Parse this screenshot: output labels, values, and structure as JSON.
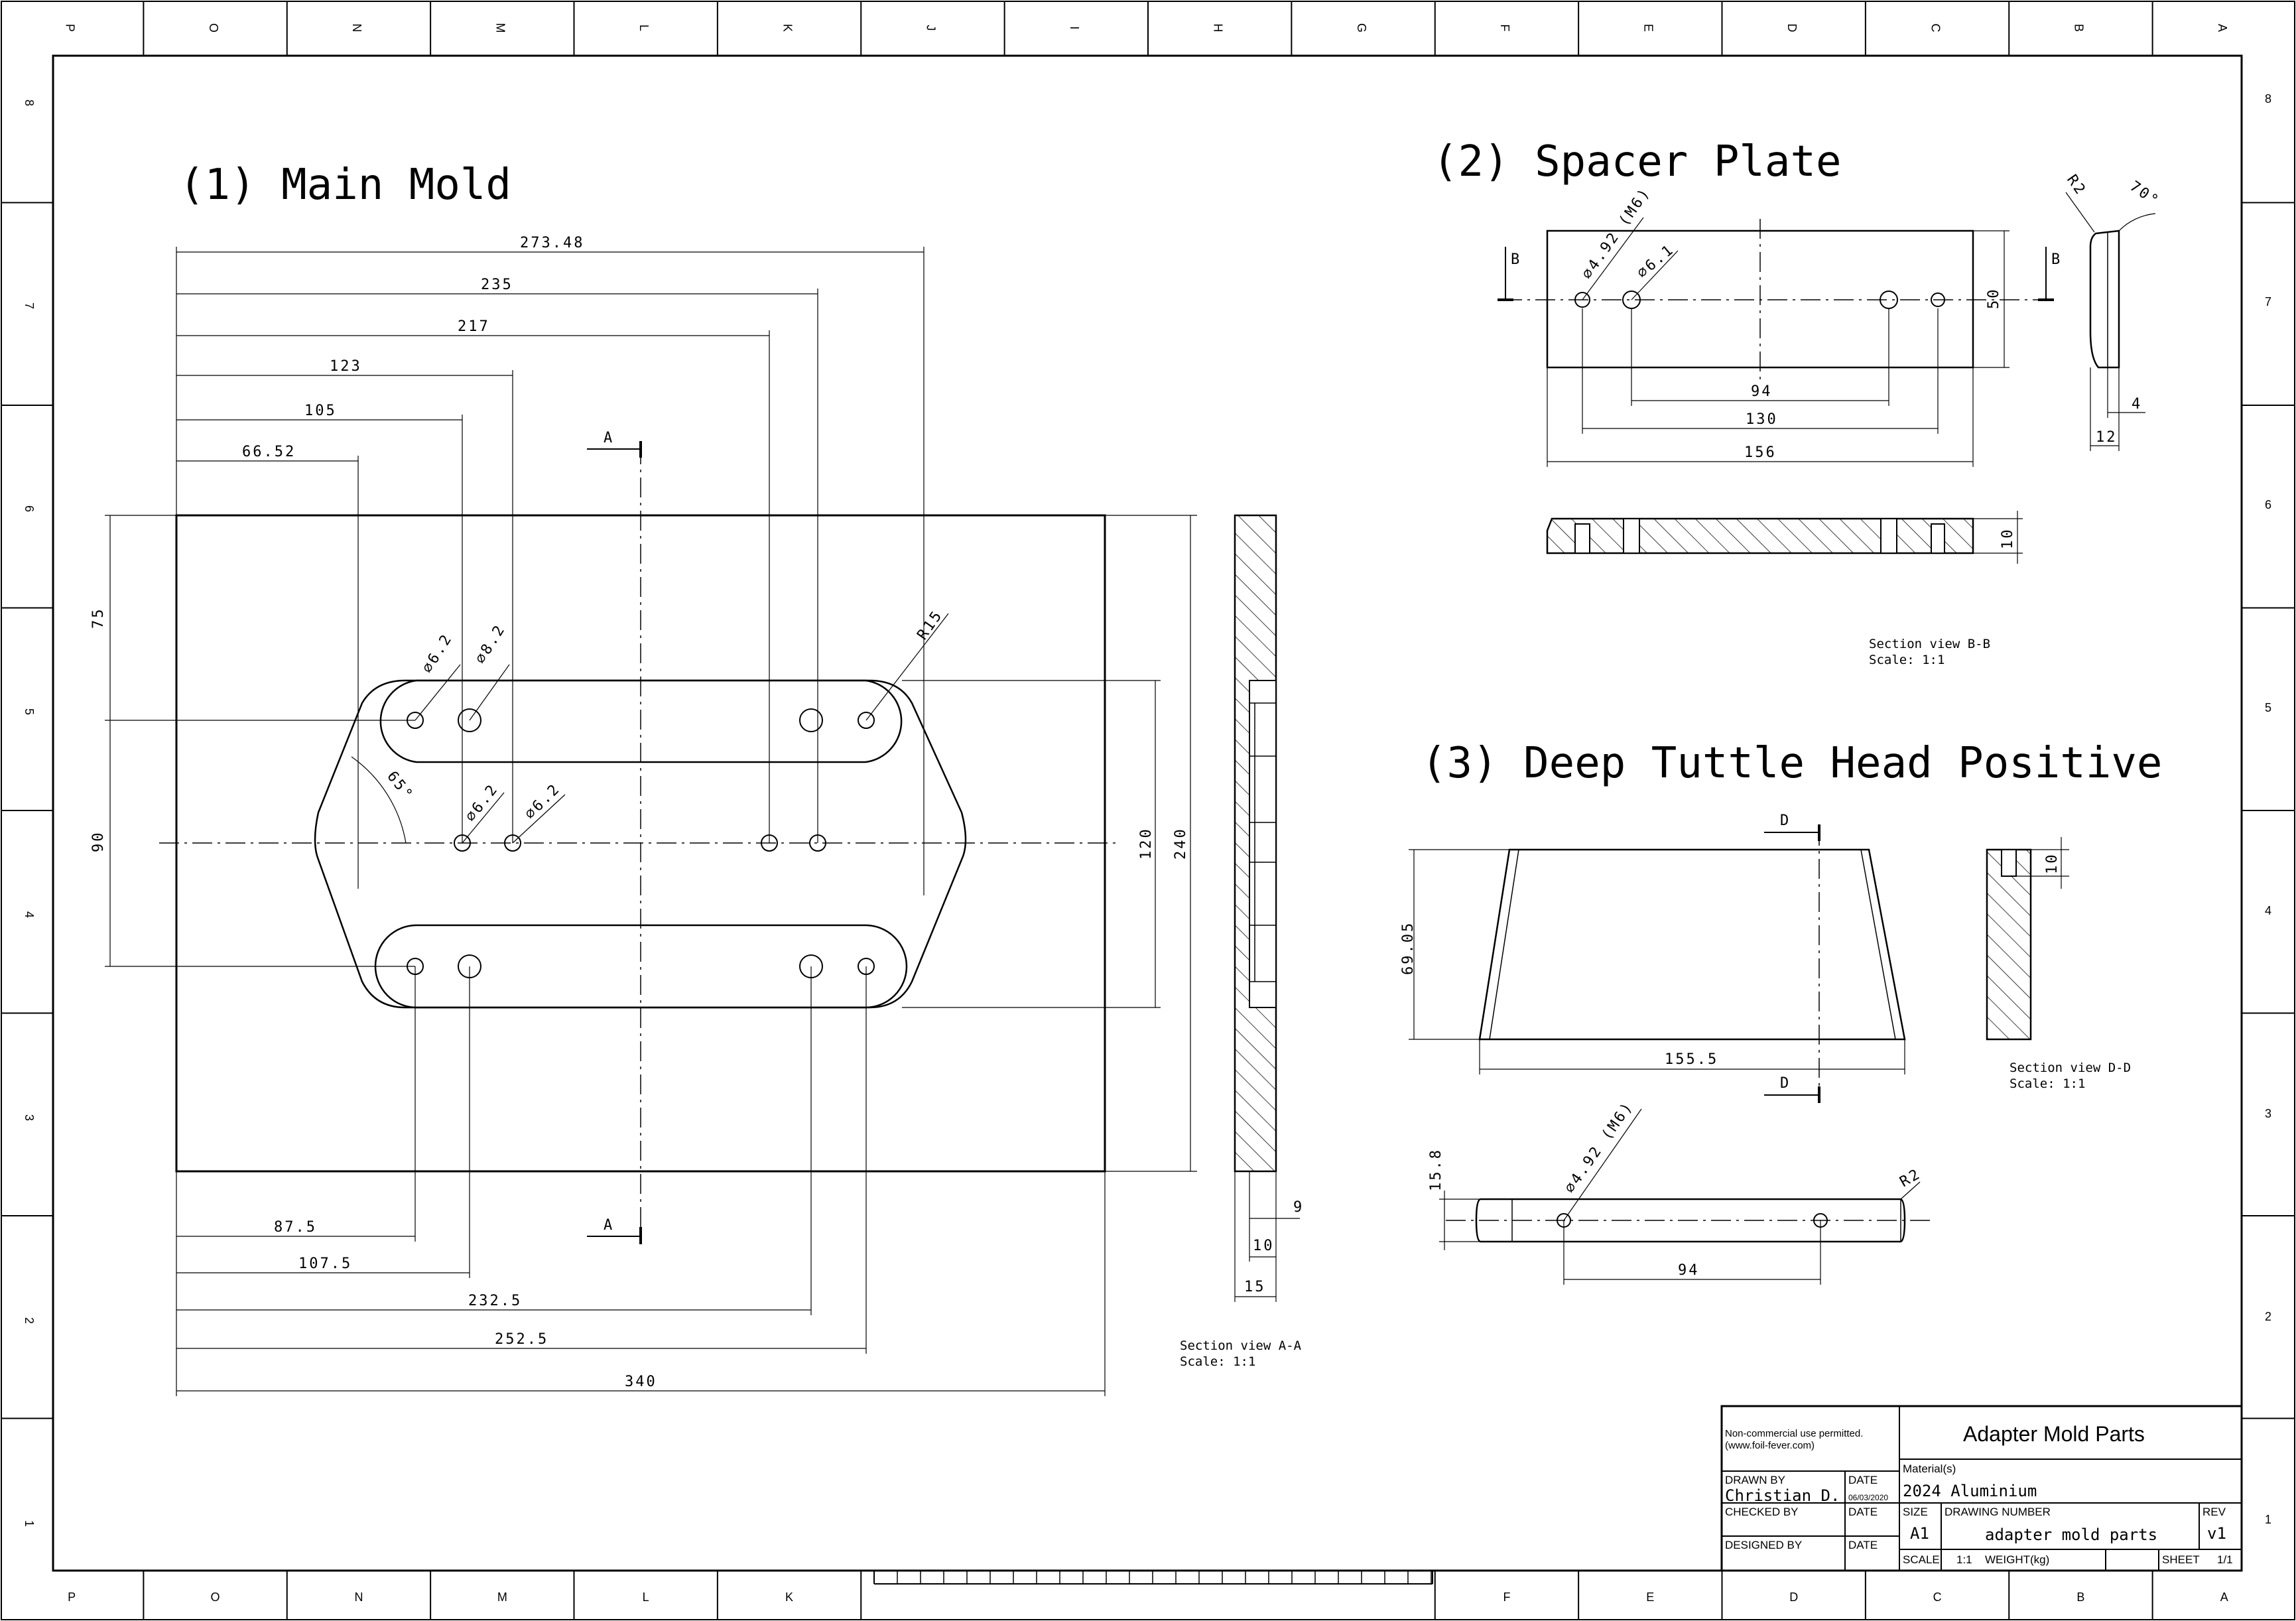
{
  "zones": {
    "top_letters": [
      "P",
      "O",
      "N",
      "M",
      "L",
      "K",
      "J",
      "I",
      "H",
      "G",
      "F",
      "E",
      "D",
      "C",
      "B",
      "A"
    ],
    "bottom_letters": [
      "P",
      "O",
      "N",
      "M",
      "L",
      "K",
      "F",
      "E",
      "D",
      "C",
      "B",
      "A"
    ],
    "numbers": [
      "8",
      "7",
      "6",
      "5",
      "4",
      "3",
      "2",
      "1"
    ]
  },
  "views": {
    "main_mold": {
      "title": "(1) Main Mold",
      "dims_top": [
        "273.48",
        "235",
        "217",
        "123",
        "105",
        "66.52"
      ],
      "dims_bottom": [
        "87.5",
        "107.5",
        "232.5",
        "252.5",
        "340"
      ],
      "dims_left": [
        "75",
        "90"
      ],
      "dims_right": [
        "120",
        "240"
      ],
      "holes": [
        "⌀6.2",
        "⌀8.2",
        "⌀6.2",
        "⌀6.2"
      ],
      "radius": "R15",
      "angle": "65°",
      "section_marker": "A",
      "section_dims": [
        "9",
        "10",
        "15"
      ],
      "section_caption_line1": "Section view A-A",
      "section_caption_line2": "Scale:  1:1"
    },
    "spacer_plate": {
      "title": "(2) Spacer Plate",
      "holes": [
        "⌀4.92 (M6)",
        "⌀6.1"
      ],
      "section_marker": "B",
      "dims": [
        "50",
        "94",
        "130",
        "156",
        "10",
        "4",
        "12"
      ],
      "radius": "R2",
      "angle": "70°",
      "section_caption_line1": "Section view B-B",
      "section_caption_line2": "Scale:  1:1"
    },
    "tuttle_head": {
      "title": "(3) Deep Tuttle Head Positive",
      "section_marker": "D",
      "dims": [
        "69.05",
        "155.5",
        "10",
        "15.8",
        "94"
      ],
      "hole": "⌀4.92 (M6)",
      "radius": "R2",
      "section_caption_line1": "Section view D-D",
      "section_caption_line2": "Scale:  1:1"
    }
  },
  "title_block": {
    "license_line1": "Non-commercial use permitted.",
    "license_line2": "(www.foil-fever.com)",
    "title": "Adapter Mold Parts",
    "drawn_by_label": "DRAWN BY",
    "drawn_by": "Christian D.",
    "date_label": "DATE",
    "date": "06/03/2020",
    "checked_by_label": "CHECKED BY",
    "designed_by_label": "DESIGNED BY",
    "material_label": "Material(s)",
    "material": "2024 Aluminium",
    "size_label": "SIZE",
    "size": "A1",
    "drawing_number_label": "DRAWING NUMBER",
    "drawing_number": "adapter mold parts",
    "rev_label": "REV",
    "rev": "v1",
    "scale_label": "SCALE",
    "scale": "1:1",
    "weight_label": "WEIGHT(kg)",
    "sheet_label": "SHEET",
    "sheet": "1/1"
  }
}
